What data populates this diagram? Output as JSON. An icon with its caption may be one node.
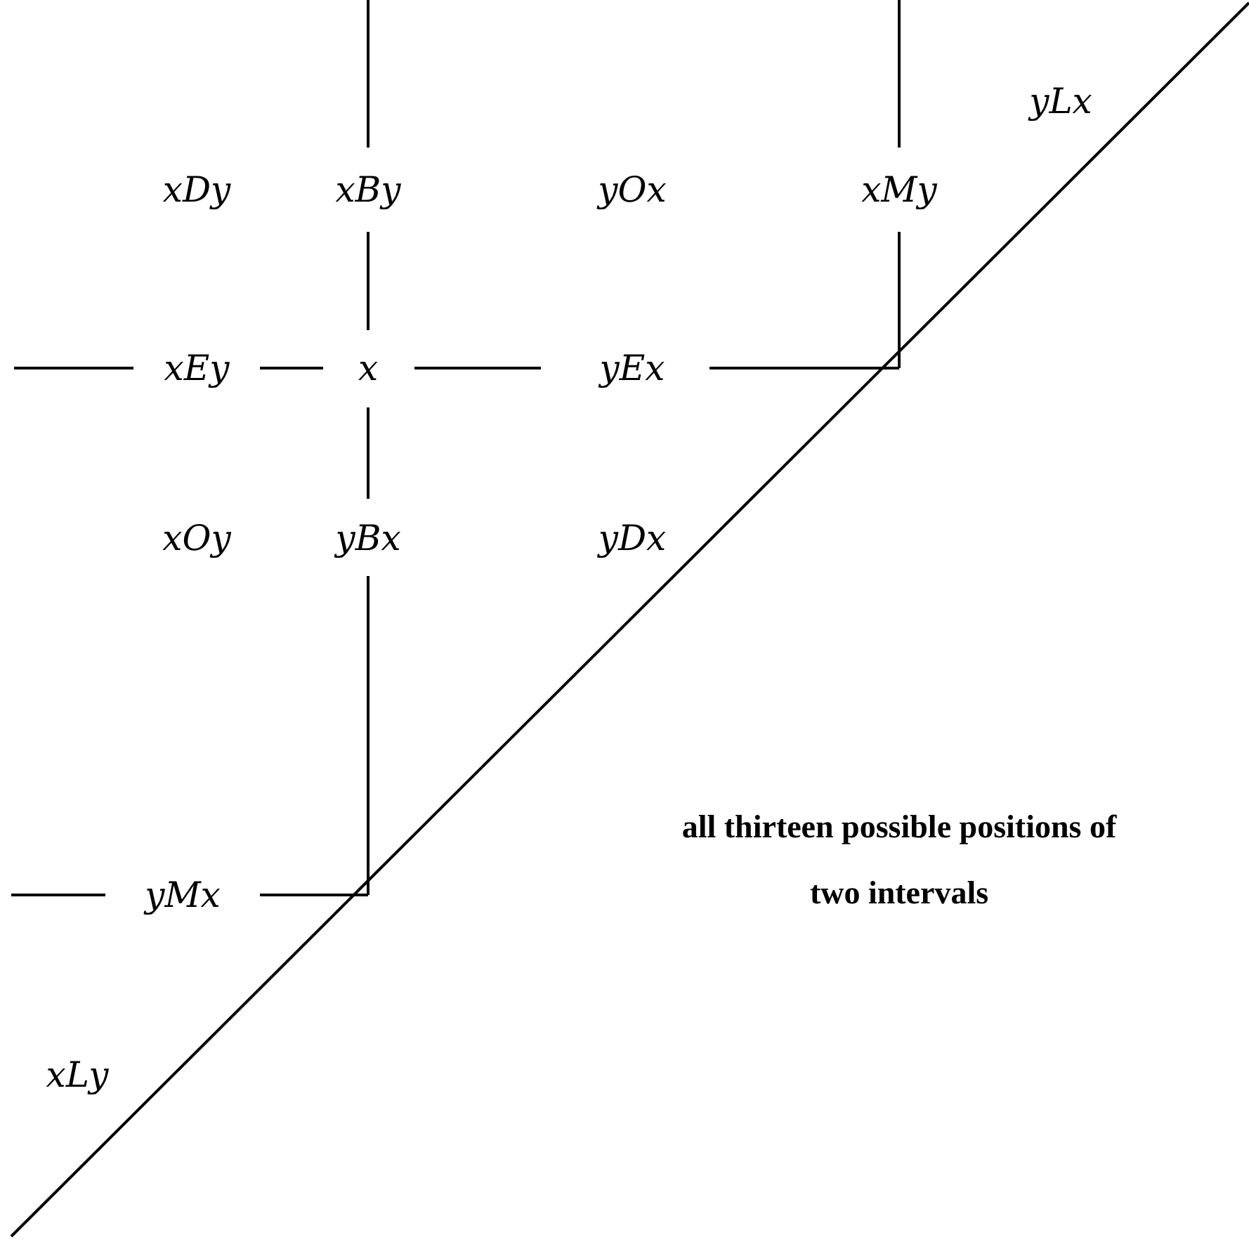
{
  "diagram": {
    "caption": "all thirteen possible positions of two intervals",
    "labels": [
      "yLx",
      "xDy",
      "xBy",
      "yOx",
      "xMy",
      "xEy",
      "x",
      "yEx",
      "xOy",
      "yBx",
      "yDx",
      "yMx",
      "xLy"
    ]
  }
}
